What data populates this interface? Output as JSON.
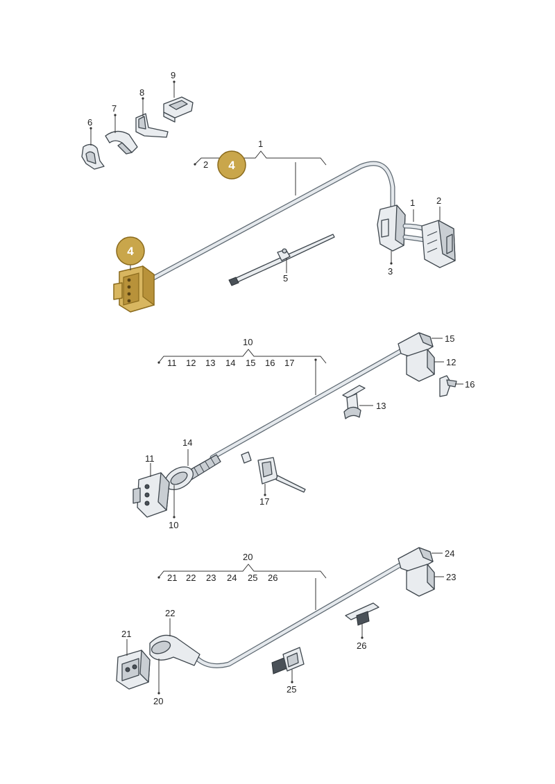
{
  "callouts": {
    "c9": "9",
    "c8": "8",
    "c7": "7",
    "c6": "6",
    "c1_top": "1",
    "c2_top": "2",
    "c4_top": "4",
    "c4_connector": "4",
    "c1_right": "1",
    "c2_right": "2",
    "c3": "3",
    "c5": "5",
    "c10_top": "10",
    "c11_top": "11",
    "c12_top": "12",
    "c13_top": "13",
    "c14_top": "14",
    "c15_top": "15",
    "c16_top": "16",
    "c17_top": "17",
    "c15_right": "15",
    "c12_right": "12",
    "c16_right": "16",
    "c13_right": "13",
    "c14_mid": "14",
    "c11_left": "11",
    "c10_bottom": "10",
    "c17_bottom": "17",
    "c20_top": "20",
    "c21_top": "21",
    "c22_top": "22",
    "c23_top": "23",
    "c24_top": "24",
    "c25_top": "25",
    "c26_top": "26",
    "c24_right": "24",
    "c23_right": "23",
    "c22_left": "22",
    "c21_left": "21",
    "c20_bottom": "20",
    "c26_mid": "26",
    "c25_bottom": "25"
  },
  "highlight_color": "#d8b660",
  "wire_color": "#5c6770"
}
